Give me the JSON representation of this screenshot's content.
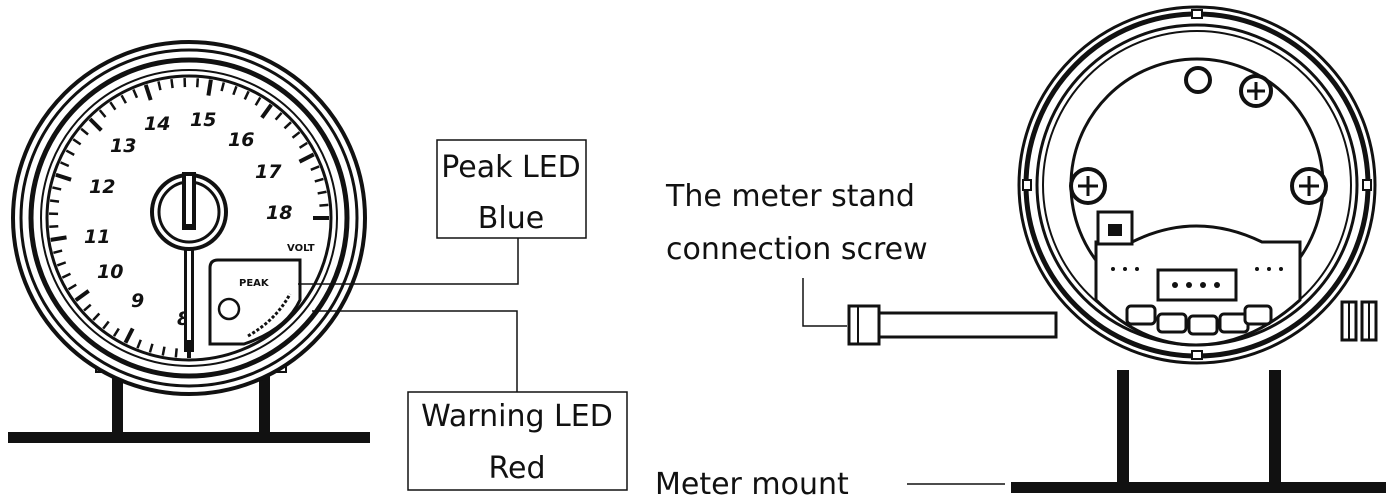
{
  "gauge_front": {
    "dial_numbers": [
      "8",
      "9",
      "10",
      "11",
      "12",
      "13",
      "14",
      "15",
      "16",
      "17",
      "18"
    ],
    "unit_label": "VOLT",
    "peak_label": "PEAK"
  },
  "callouts": {
    "peak_led": {
      "line1": "Peak LED",
      "line2": "Blue"
    },
    "warning_led": {
      "line1": "Warning LED",
      "line2": "Red"
    },
    "stand_screw": {
      "line1": "The meter stand",
      "line2": "connection screw"
    },
    "meter_mount": {
      "label": "Meter mount"
    }
  }
}
